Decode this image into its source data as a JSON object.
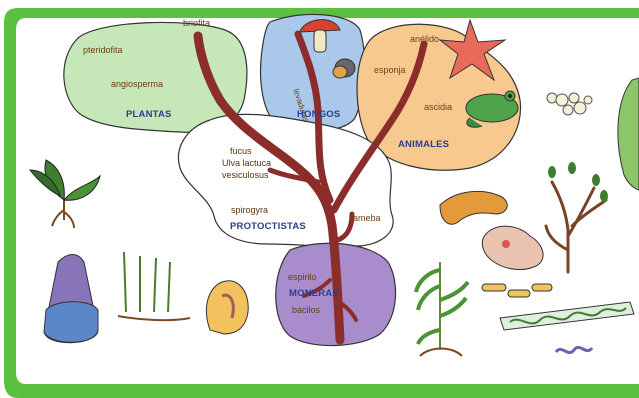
{
  "groups": {
    "plantas": "PLANTAS",
    "hongos": "HONGOS",
    "animales": "ANIMALES",
    "protoctistas": "PROTOCTISTAS",
    "moneras": "MONERAS"
  },
  "labels": {
    "briofita": "briofita",
    "pteridofita": "pteridofita",
    "angiosperma": "angiosperma",
    "levaduras": "levaduras",
    "anelido": "anélido",
    "esponja": "esponja",
    "ascidia": "ascidia",
    "fucus": "fucus",
    "ulva": "Ulva lactuca",
    "vesiculosus": "vesiculosus",
    "spirogyra": "spirogyra",
    "ameba": "ameba",
    "espirilo": "espirilo",
    "bacilos": "bacilos"
  },
  "colors": {
    "frame_green": "#5bbf3f",
    "plantas_fill": "#c6e7b8",
    "hongos_fill": "#a9c8ea",
    "animales_fill": "#f8c98f",
    "protoctistas_fill": "#ffffff",
    "moneras_fill": "#a98ccb",
    "trunk": "#8b2d2b",
    "group_text": "#2c3e8c",
    "label_text": "#6b3f12"
  },
  "icons": [
    "mushroom-icon",
    "starfish-icon",
    "frog-icon",
    "sponge-cells-icon",
    "leaf-icon",
    "plant-sprout-icon",
    "worm-icon",
    "amoeba-icon",
    "seaweed-icon",
    "fern-icon",
    "sponge-vase-icon",
    "moss-icon",
    "ascidian-icon",
    "bacilli-icon",
    "spirogyra-filament-icon",
    "spirillum-icon"
  ]
}
